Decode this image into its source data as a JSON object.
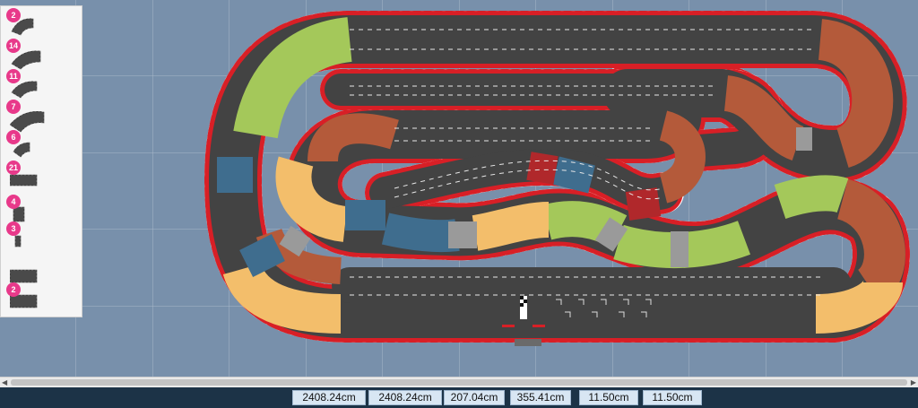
{
  "palette": {
    "items": [
      {
        "count": "2",
        "icon": "curve-piece-small-icon"
      },
      {
        "count": "14",
        "icon": "curve-piece-wide-icon"
      },
      {
        "count": "11",
        "icon": "curve-piece-medium-icon"
      },
      {
        "count": "7",
        "icon": "curve-piece-large-icon"
      },
      {
        "count": "6",
        "icon": "curve-piece-tight-icon"
      },
      {
        "count": "21",
        "icon": "straight-piece-icon"
      },
      {
        "count": "4",
        "icon": "short-straight-piece-icon"
      },
      {
        "count": "3",
        "icon": "quarter-straight-piece-icon"
      },
      {
        "count": "",
        "icon": "crossover-piece-icon"
      },
      {
        "count": "2",
        "icon": "lane-change-piece-icon"
      }
    ]
  },
  "status": {
    "values": [
      "2408.24cm",
      "2408.24cm",
      "207.04cm",
      "355.41cm",
      "11.50cm",
      "11.50cm"
    ]
  },
  "colors": {
    "background": "#7890ab",
    "grid": "#a9b8ca",
    "track": "#434343",
    "kerb_red": "#d81f26",
    "kerb_white": "#ffffff",
    "green": "#a4c85a",
    "orange": "#f3be6b",
    "rust": "#b45a3a",
    "blue": "#3f6d8e",
    "red": "#b0282b",
    "grey": "#9a9a9a"
  }
}
